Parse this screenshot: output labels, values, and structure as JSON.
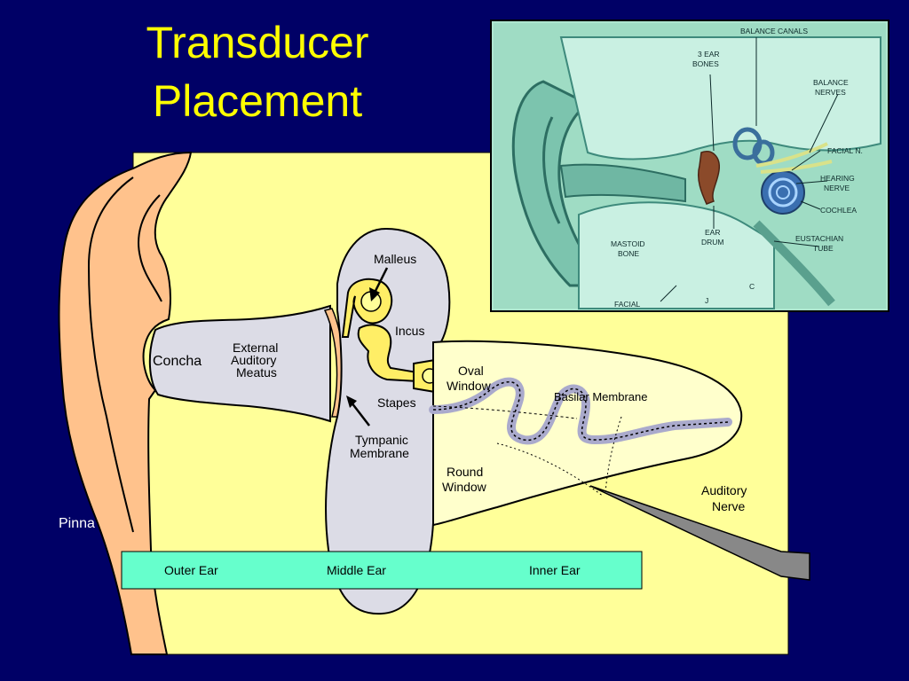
{
  "slide": {
    "title_line_1": "Transducer",
    "title_line_2": "Placement",
    "background_color": "#000066",
    "title_color": "#ffff00"
  },
  "diagram": {
    "labels": {
      "concha": "Concha",
      "external_auditory_meatus": [
        "External",
        "Auditory",
        "Meatus"
      ],
      "malleus": "Malleus",
      "incus": "Incus",
      "stapes": "Stapes",
      "tympanic_membrane": [
        "Tympanic",
        "Membrane"
      ],
      "oval_window": [
        "Oval",
        "Window"
      ],
      "round_window": [
        "Round",
        "Window"
      ],
      "basilar_membrane": "Basilar  Membrane",
      "auditory_nerve": [
        "Auditory",
        "Nerve"
      ],
      "pinna": "Pinna"
    },
    "regions": {
      "outer_ear": "Outer  Ear",
      "middle_ear": "Middle  Ear",
      "inner_ear": "Inner  Ear"
    },
    "colors": {
      "panel": "#ffff99",
      "ear": "#ffc28c",
      "canal": "#dcdce6",
      "inner": "#ffffcc",
      "region_bar": "#66ffcc",
      "ossicles": "#ffee66"
    }
  },
  "inset": {
    "labels": {
      "balance_canals": "BALANCE CANALS",
      "ear_bones": [
        "3 EAR",
        "BONES"
      ],
      "balance_nerves": [
        "BALANCE",
        "NERVES"
      ],
      "facial_n": "FACIAL N.",
      "hearing_nerve": [
        "HEARING",
        "NERVE"
      ],
      "cochlea": "COCHLEA",
      "ear_drum": [
        "EAR",
        "DRUM"
      ],
      "eustachian_tube": [
        "EUSTACHIAN",
        "TUBE"
      ],
      "mastoid_bone": [
        "MASTOID",
        "BONE"
      ],
      "facial": "FACIAL",
      "j": "J",
      "c": "C"
    }
  }
}
